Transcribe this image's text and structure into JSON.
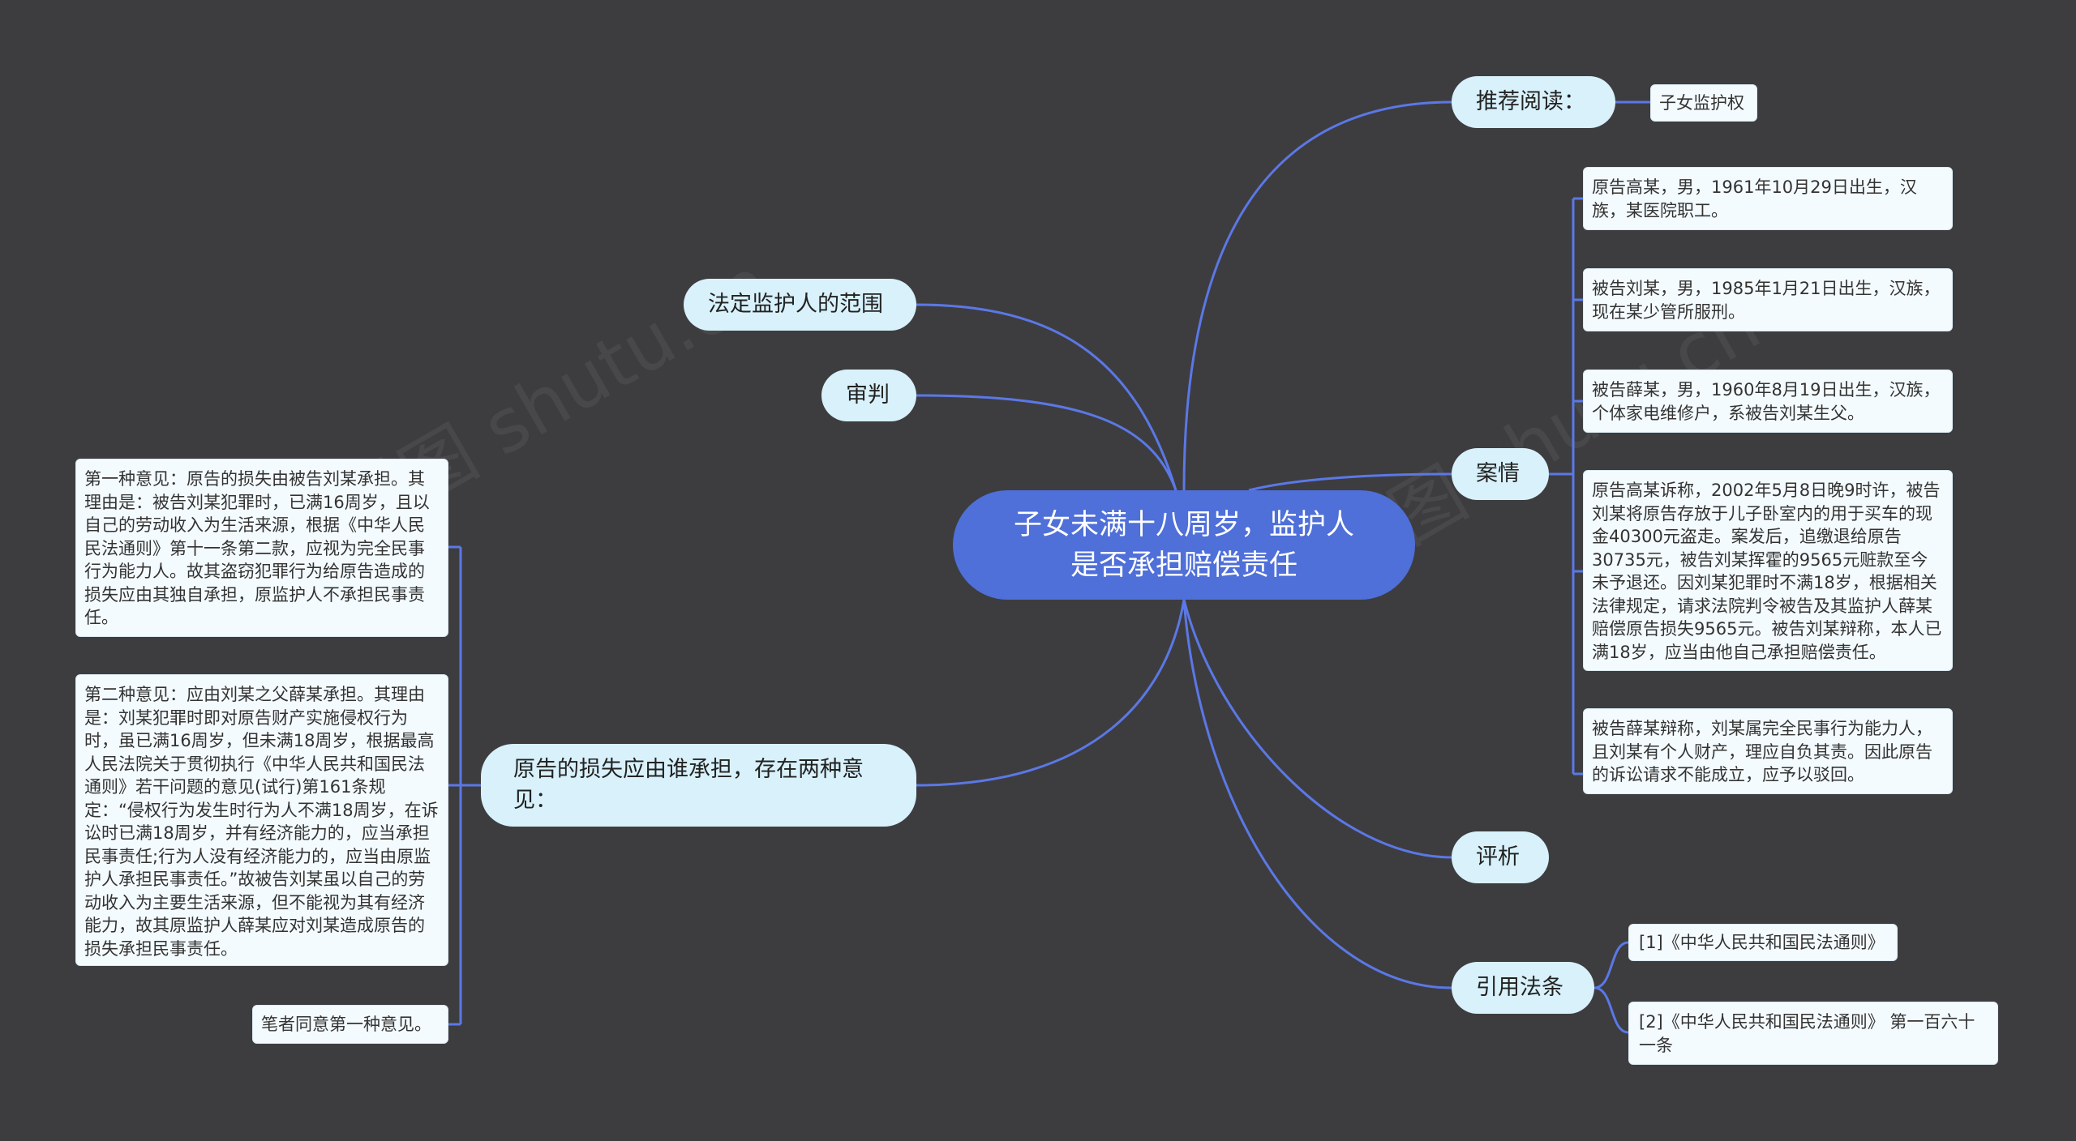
{
  "colors": {
    "background": "#3d3d40",
    "root": "#4f6fd9",
    "branch": "#d8f1fb",
    "leaf": "#f4fbfe",
    "line": "#5b78e6"
  },
  "root": {
    "label": "子女未满十八周岁，监护人是否承担赔偿责任"
  },
  "branches": {
    "recommend": {
      "label": "推荐阅读：",
      "items": [
        "子女监护权"
      ]
    },
    "case": {
      "label": "案情",
      "items": [
        "原告高某，男，1961年10月29日出生，汉族，某医院职工。",
        "被告刘某，男，1985年1月21日出生，汉族，现在某少管所服刑。",
        "被告薛某，男，1960年8月19日出生，汉族，个体家电维修户，系被告刘某生父。",
        "原告高某诉称，2002年5月8日晚9时许，被告刘某将原告存放于儿子卧室内的用于买车的现金40300元盗走。案发后，追缴退给原告30735元，被告刘某挥霍的9565元赃款至今未予退还。因刘某犯罪时不满18岁，根据相关法律规定，请求法院判令被告及其监护人薛某赔偿原告损失9565元。被告刘某辩称，本人已满18岁，应当由他自己承担赔偿责任。",
        "被告薛某辩称，刘某属完全民事行为能力人，且刘某有个人财产，理应自负其责。因此原告的诉讼请求不能成立，应予以驳回。"
      ]
    },
    "analysis": {
      "label": "评析"
    },
    "laws": {
      "label": "引用法条",
      "items": [
        "[1]《中华人民共和国民法通则》",
        "[2]《中华人民共和国民法通则》 第一百六十一条"
      ]
    },
    "scope": {
      "label": "法定监护人的范围"
    },
    "trial": {
      "label": "审判"
    },
    "loss": {
      "label": "原告的损失应由谁承担，存在两种意见：",
      "items": [
        "第一种意见：原告的损失由被告刘某承担。其理由是：被告刘某犯罪时，已满16周岁，且以自己的劳动收入为生活来源，根据《中华人民民法通则》第十一条第二款，应视为完全民事行为能力人。故其盗窃犯罪行为给原告造成的损失应由其独自承担，原监护人不承担民事责任。",
        "第二种意见：应由刘某之父薛某承担。其理由是：刘某犯罪时即对原告财产实施侵权行为时，虽已满16周岁，但未满18周岁，根据最高人民法院关于贯彻执行《中华人民共和国民法通则》若干问题的意见(试行)第161条规定：“侵权行为发生时行为人不满18周岁，在诉讼时已满18周岁，并有经济能力的，应当承担民事责任;行为人没有经济能力的，应当由原监护人承担民事责任。”故被告刘某虽以自己的劳动收入为主要生活来源，但不能视为其有经济能力，故其原监护人薛某应对刘某造成原告的损失承担民事责任。",
        "笔者同意第一种意见。"
      ]
    }
  }
}
